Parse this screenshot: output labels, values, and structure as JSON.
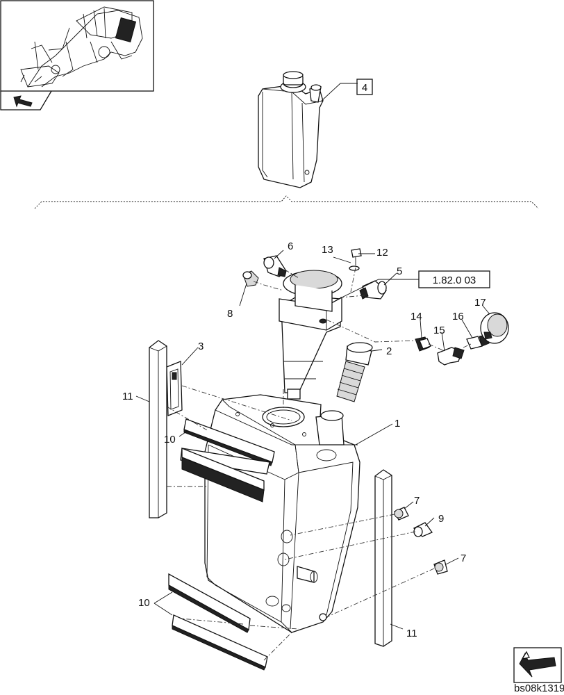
{
  "diagram": {
    "reference_box": "1.82.0 03",
    "figure_code": "bs08k1319",
    "overview_callout": "4",
    "callouts": {
      "c1": "1",
      "c2": "2",
      "c3": "3",
      "c5": "5",
      "c6": "6",
      "c7a": "7",
      "c7b": "7",
      "c8": "8",
      "c9": "9",
      "c10a": "10",
      "c10b": "10",
      "c11a": "11",
      "c11b": "11",
      "c12": "12",
      "c13": "13",
      "c14": "14",
      "c15": "15",
      "c16": "16",
      "c17": "17"
    }
  },
  "icons": {
    "prev_nav": "back-arrow-icon",
    "next_nav": "forward-arrow-icon"
  },
  "colors": {
    "line": "#111111",
    "background": "#ffffff"
  }
}
